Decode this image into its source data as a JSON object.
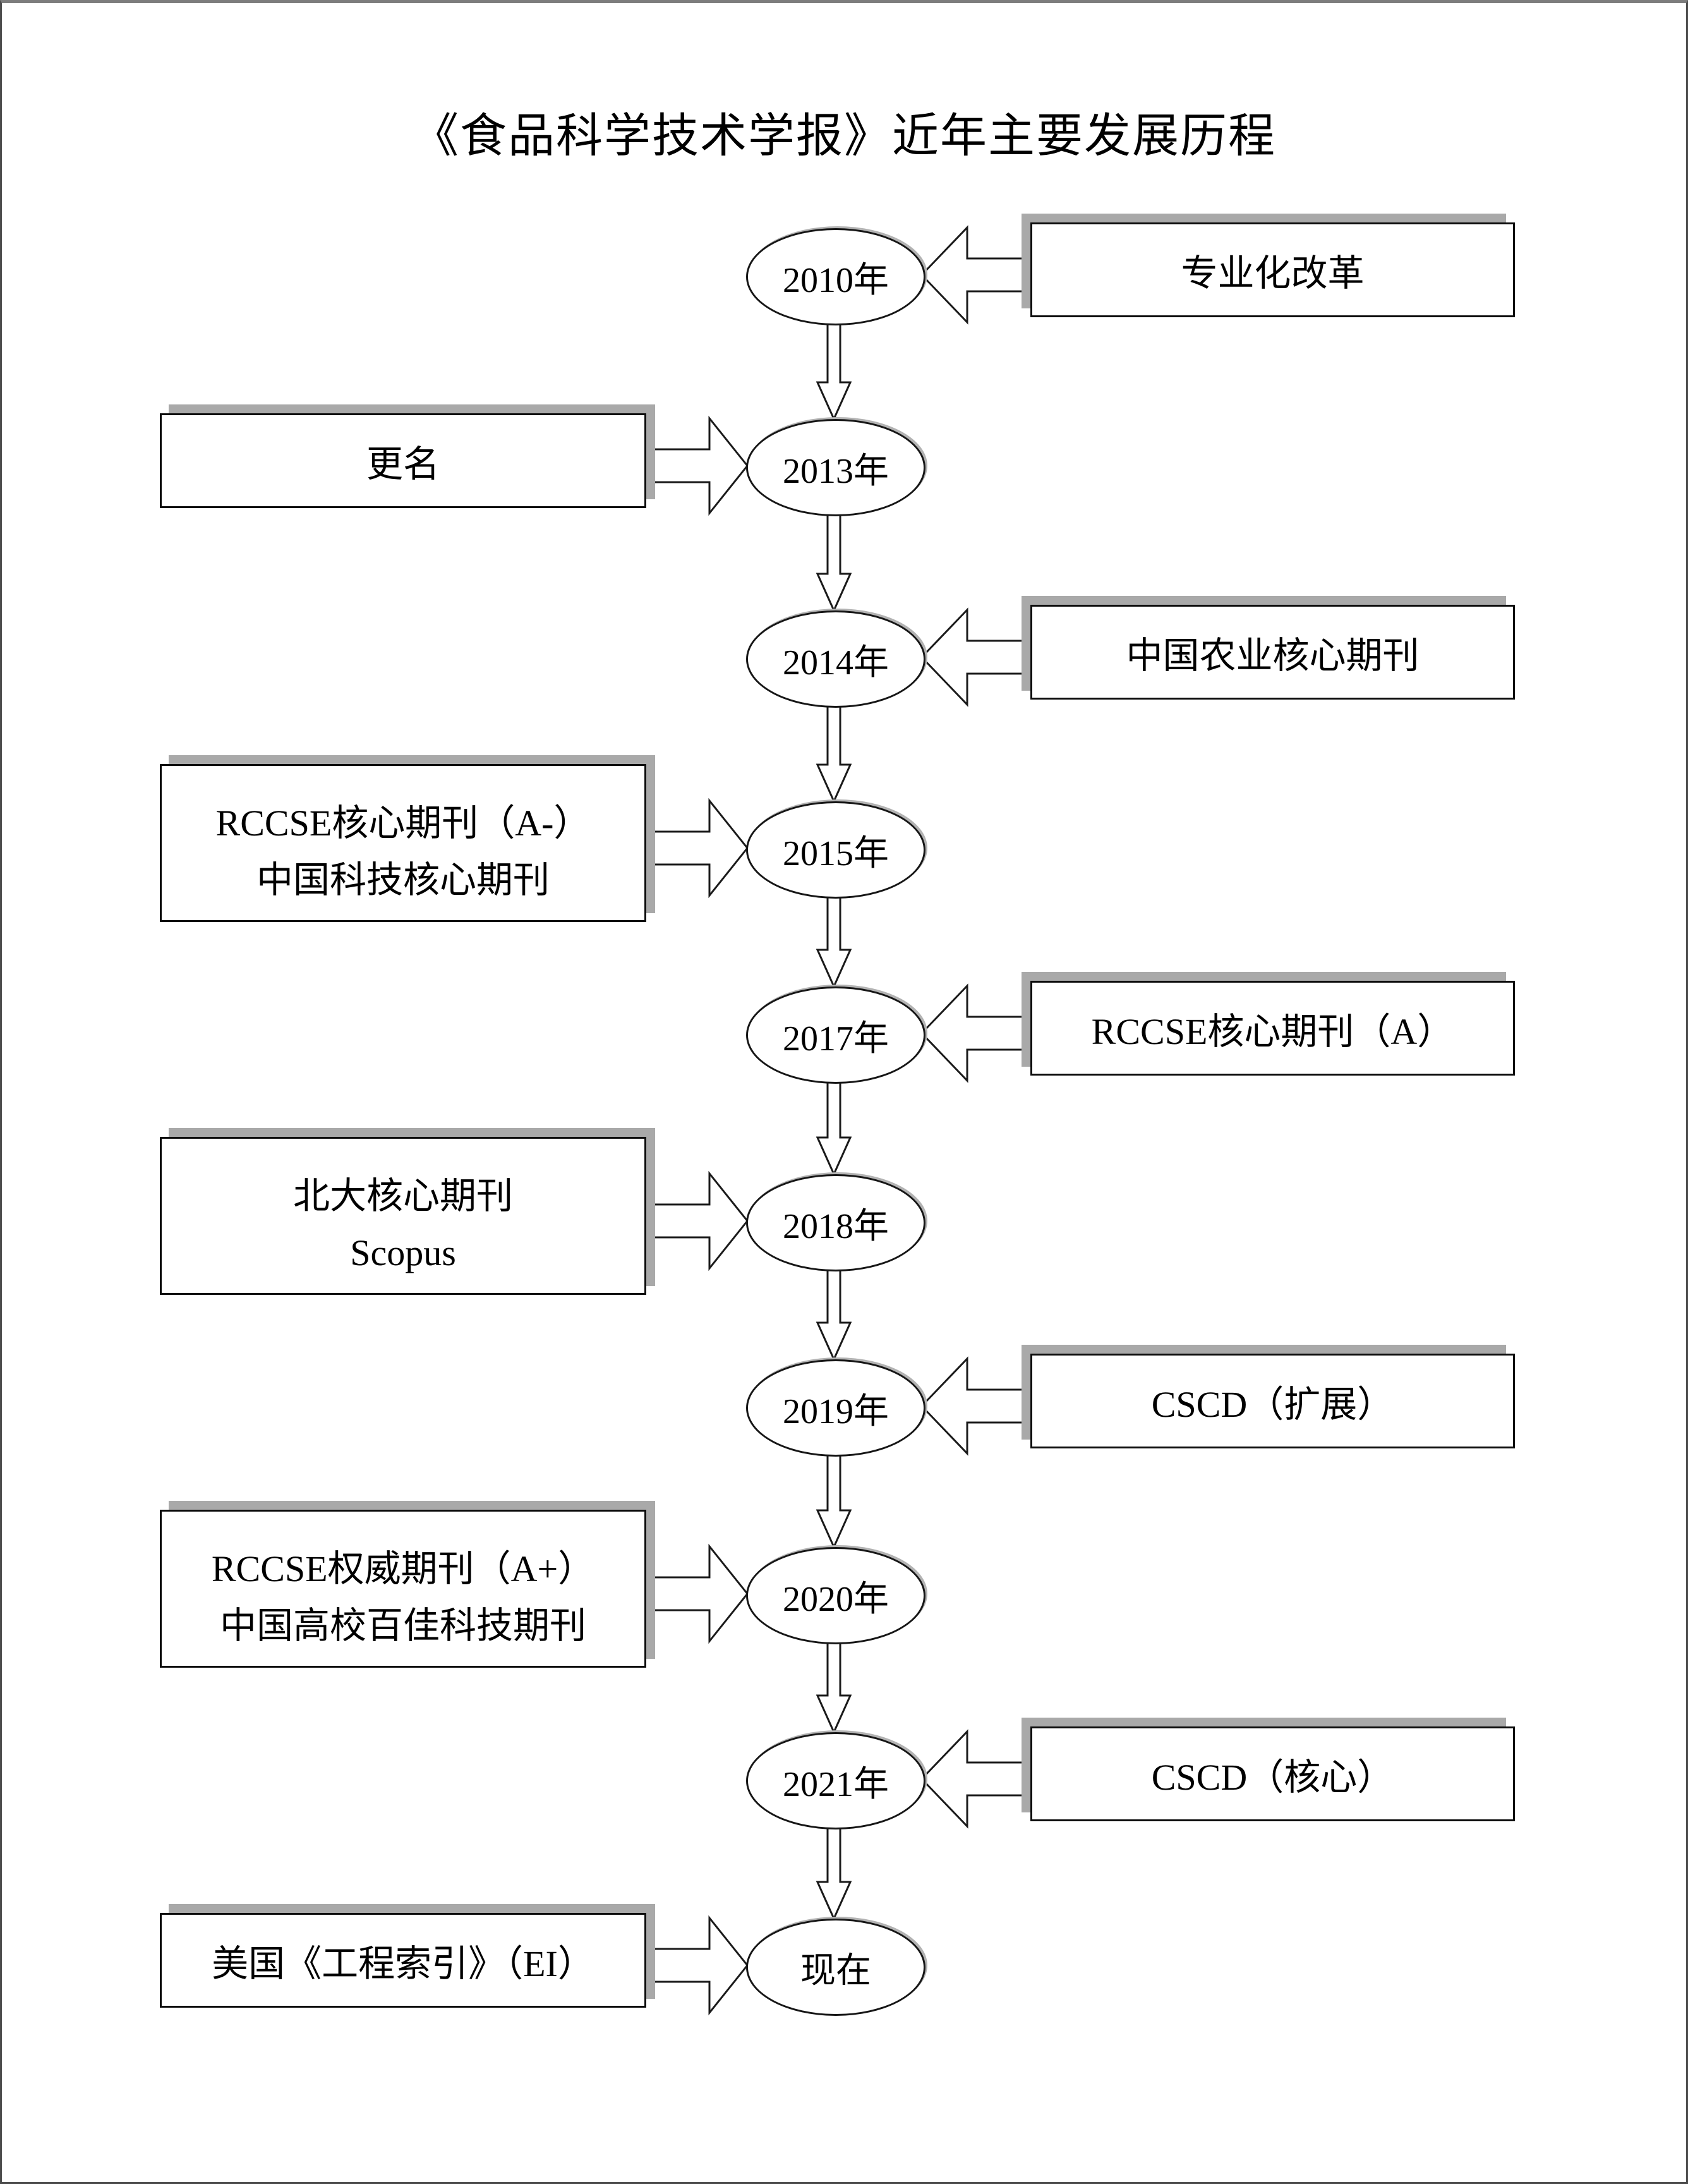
{
  "page": {
    "title": "《食品科学技术学报》近年主要发展历程"
  },
  "colors": {
    "outline": "#000000",
    "box_shadow": "#a9a9a9",
    "fill": "#ffffff"
  },
  "flowchart": {
    "type": "timeline-flowchart",
    "direction": "top-to-bottom",
    "rows": [
      {
        "year": "2010年",
        "box": {
          "side": "right",
          "lines": [
            "专业化改革"
          ]
        }
      },
      {
        "year": "2013年",
        "box": {
          "side": "left",
          "lines": [
            "更名"
          ]
        }
      },
      {
        "year": "2014年",
        "box": {
          "side": "right",
          "lines": [
            "中国农业核心期刊"
          ]
        }
      },
      {
        "year": "2015年",
        "box": {
          "side": "left",
          "lines": [
            "RCCSE核心期刊（A-）",
            "中国科技核心期刊"
          ]
        }
      },
      {
        "year": "2017年",
        "box": {
          "side": "right",
          "lines": [
            "RCCSE核心期刊（A）"
          ]
        }
      },
      {
        "year": "2018年",
        "box": {
          "side": "left",
          "lines": [
            "北大核心期刊",
            "Scopus"
          ]
        }
      },
      {
        "year": "2019年",
        "box": {
          "side": "right",
          "lines": [
            "CSCD（扩展）"
          ]
        }
      },
      {
        "year": "2020年",
        "box": {
          "side": "left",
          "lines": [
            "RCCSE权威期刊（A+）",
            "中国高校百佳科技期刊"
          ]
        }
      },
      {
        "year": "2021年",
        "box": {
          "side": "right",
          "lines": [
            "CSCD（核心）"
          ]
        }
      },
      {
        "year": "现在",
        "box": {
          "side": "left",
          "lines": [
            "美国《工程索引》（EI）"
          ]
        }
      }
    ]
  }
}
